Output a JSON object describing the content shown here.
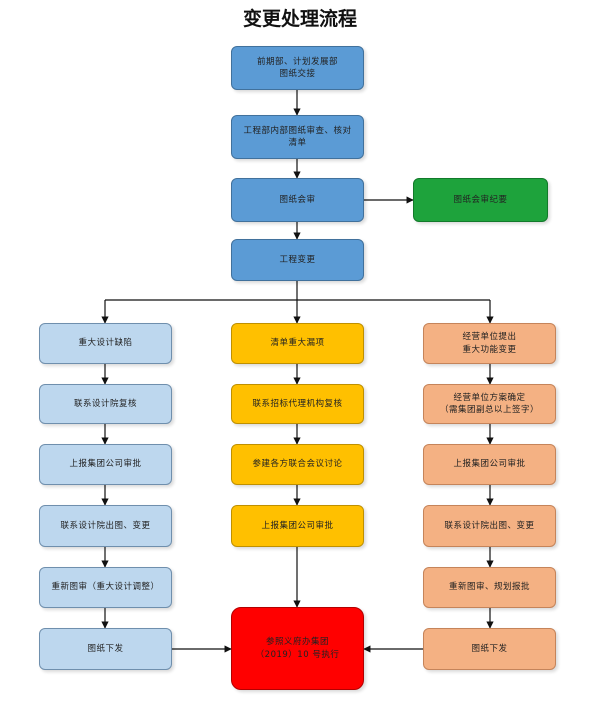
{
  "title": "变更处理流程",
  "nodes": {
    "n1": "前期部、计划发展部\n图纸交接",
    "n2": "工程部内部图纸审查、核对\n清单",
    "n3": "图纸会审",
    "n3r": "图纸会审纪要",
    "n4": "工程变更",
    "l1": "重大设计缺陷",
    "l2": "联系设计院复核",
    "l3": "上报集团公司审批",
    "l4": "联系设计院出图、变更",
    "l5": "重新图审（重大设计调整）",
    "l6": "图纸下发",
    "m1": "清单重大漏项",
    "m2": "联系招标代理机构复核",
    "m3": "参建各方联合会议讨论",
    "m4": "上报集团公司审批",
    "r1": "经营单位提出\n重大功能变更",
    "r2": "经营单位方案确定\n（需集团副总以上签字）",
    "r3": "上报集团公司审批",
    "r4": "联系设计院出图、变更",
    "r5": "重新图审、规划报批",
    "r6": "图纸下发",
    "final": "参照义府办集团\n（2019）10 号执行"
  }
}
